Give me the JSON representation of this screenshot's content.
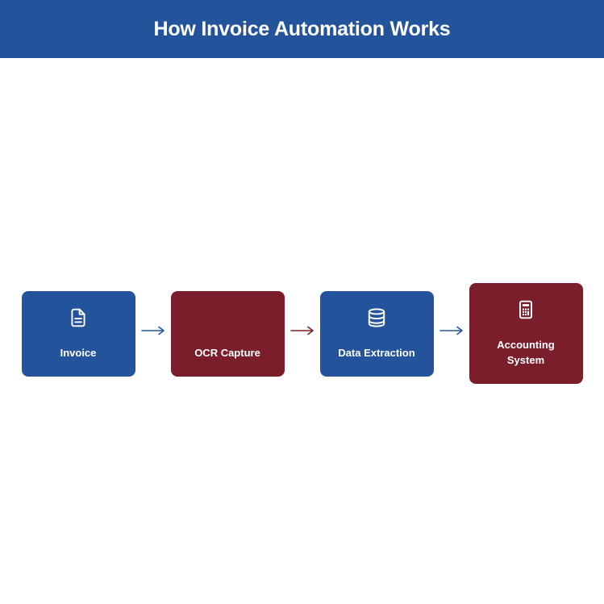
{
  "header": {
    "title": "How Invoice Automation Works"
  },
  "flow": {
    "steps": [
      {
        "label": "Invoice",
        "icon": "file-text-icon",
        "variant": "blue"
      },
      {
        "label": "OCR Capture",
        "icon": "none",
        "variant": "maroon"
      },
      {
        "label": "Data Extraction",
        "icon": "database-icon",
        "variant": "blue"
      },
      {
        "label": "Accounting\nSystem",
        "icon": "calculator-icon",
        "variant": "maroon"
      }
    ],
    "connectors": [
      {
        "icon": "arrow-right-icon",
        "variant": "blue"
      },
      {
        "icon": "arrow-right-icon",
        "variant": "maroon"
      },
      {
        "icon": "arrow-right-icon",
        "variant": "blue"
      }
    ]
  },
  "colors": {
    "blue": "#23549B",
    "maroon": "#7A1E2C",
    "background": "#FFFFFF",
    "text_on_color": "#FFFFFF"
  }
}
